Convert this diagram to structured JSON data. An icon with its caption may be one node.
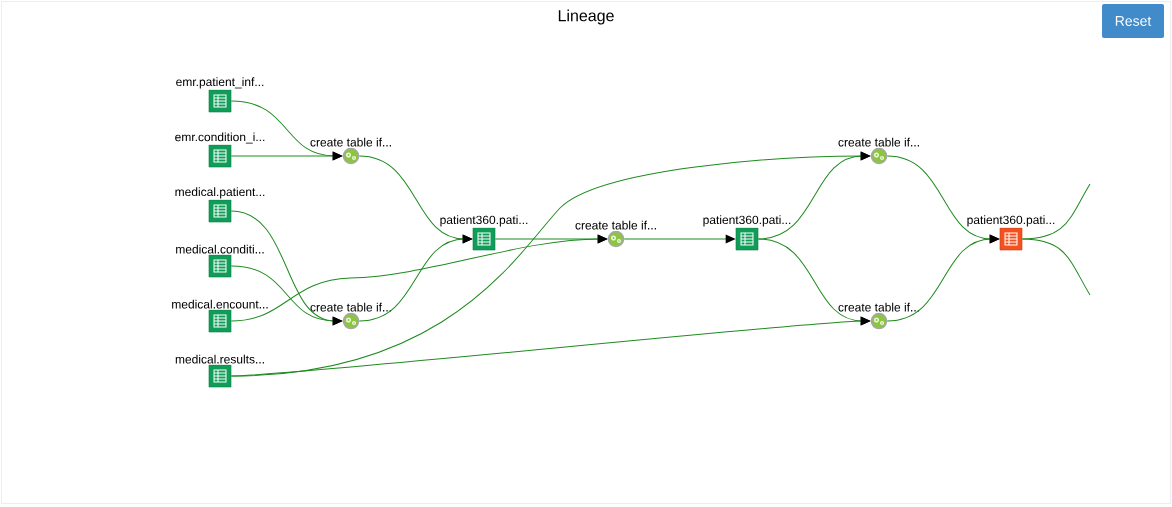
{
  "diagram": {
    "title": "Lineage",
    "nodes": [
      {
        "text": [
          "emr.patient_inf..."
        ]
      },
      {
        "text": [
          "emr.condition_i..."
        ]
      },
      {
        "text": [
          "medical.patient..."
        ]
      },
      {
        "text": [
          "medical.conditi..."
        ]
      },
      {
        "text": [
          "medical.encount..."
        ]
      },
      {
        "text": [
          "medical.results..."
        ]
      },
      {
        "text": [
          "create table if..."
        ]
      },
      {
        "text": [
          "create table if..."
        ]
      },
      {
        "text": [
          "patient360.pati..."
        ]
      },
      {
        "text": [
          "create table if..."
        ]
      },
      {
        "text": [
          "patient360.pati..."
        ]
      },
      {
        "text": [
          "create table if..."
        ]
      },
      {
        "text": [
          "create table if..."
        ]
      },
      {
        "text": [
          "patient360.pati..."
        ]
      }
    ],
    "edges": [
      {
        "from": 0,
        "to": 6,
        "arrow": "to"
      },
      {
        "from": 1,
        "to": 6,
        "arrow": "to"
      },
      {
        "from": 2,
        "to": 7,
        "arrow": "to"
      },
      {
        "from": 3,
        "to": 7,
        "arrow": "to"
      },
      {
        "from": 6,
        "to": 8,
        "arrow": "to"
      },
      {
        "from": 7,
        "to": 8,
        "arrow": "to"
      },
      {
        "from": 4,
        "to": 9,
        "arrow": "to"
      },
      {
        "from": 8,
        "to": 9,
        "arrow": "to"
      },
      {
        "from": 5,
        "to": 11,
        "arrow": "to"
      },
      {
        "from": 5,
        "to": 12,
        "arrow": "to"
      },
      {
        "from": 9,
        "to": 10,
        "arrow": "to"
      },
      {
        "from": 10,
        "to": 11,
        "arrow": "to"
      },
      {
        "from": 10,
        "to": 12,
        "arrow": "to"
      },
      {
        "from": 11,
        "to": 13,
        "arrow": "to"
      },
      {
        "from": 12,
        "to": 13,
        "arrow": "to"
      },
      {
        "from": 13,
        "to": null,
        "arrow": "none"
      },
      {
        "from": 13,
        "to": null,
        "arrow": "none"
      }
    ],
    "labels": [
      "Reset"
    ]
  }
}
